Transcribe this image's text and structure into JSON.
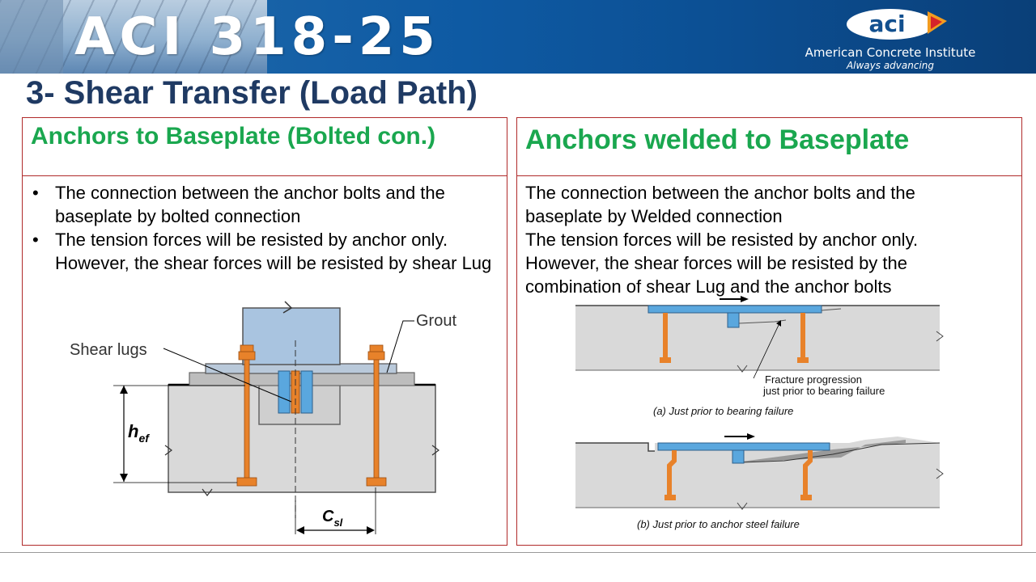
{
  "header": {
    "title": "ACI 318-25",
    "logo_text": "aci",
    "org_name": "American Concrete Institute",
    "tagline": "Always advancing"
  },
  "slide": {
    "title": "3- Shear Transfer (Load Path)"
  },
  "left_panel": {
    "heading": "Anchors to Baseplate (Bolted con.)",
    "bullets": [
      "The connection between the anchor bolts and the baseplate by bolted connection",
      "The tension forces will be resisted by anchor only. However, the shear forces will be resisted by shear Lug"
    ],
    "figure": {
      "grout_label": "Grout",
      "shear_lugs_label": "Shear lugs",
      "hef_label": "h",
      "hef_sub": "ef",
      "csl_label": "C",
      "csl_sub": "sl"
    }
  },
  "right_panel": {
    "heading": "Anchors welded to Baseplate",
    "paragraph_lines": [
      "The connection between the anchor bolts and the",
      "baseplate by Welded connection",
      "The tension forces will be resisted by anchor only.",
      "However, the shear forces will be resisted by the",
      "combination of shear Lug and the anchor bolts"
    ],
    "figure_a": {
      "note_line1": "Fracture progression",
      "note_line2": "just prior to bearing failure",
      "caption": "(a) Just prior to bearing failure"
    },
    "figure_b": {
      "caption": "(b) Just prior to anchor steel failure"
    }
  },
  "colors": {
    "heading_green": "#1aa74f",
    "title_navy": "#1f3a63",
    "panel_border": "#b02a2a",
    "anchor_orange": "#e8822a",
    "plate_blue": "#5aa7de",
    "concrete_gray": "#d9d9d9"
  }
}
